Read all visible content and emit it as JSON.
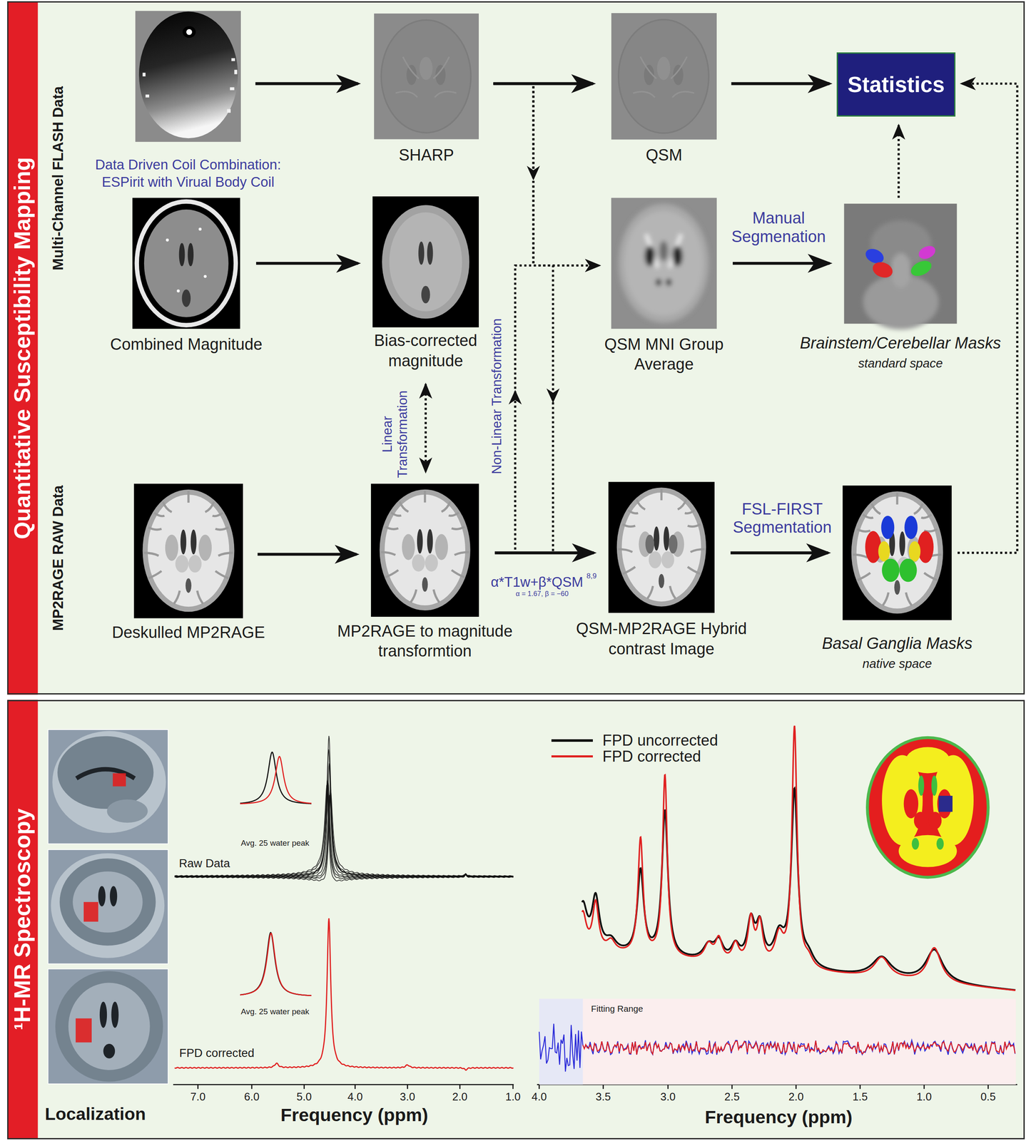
{
  "diagram": {
    "nodes": [
      {
        "text": [
          "Quantitative Susceptibility Mapping"
        ]
      },
      {
        "text": [
          "Data Driven Coil Combination: ESPirit with Virual Body Coil"
        ],
        "in": 0
      },
      {
        "text": [
          "SHARP"
        ],
        "in": 0
      },
      {
        "text": [
          "QSM"
        ],
        "in": 0
      },
      {
        "text": [
          "Statistics"
        ],
        "in": 0
      },
      {
        "text": [
          "Combined Magnitude"
        ],
        "in": 0
      },
      {
        "text": [
          "Bias-corrected magnitude"
        ],
        "in": 0
      },
      {
        "text": [
          "QSM MNI Group Average"
        ],
        "in": 0
      },
      {
        "text": [
          "Brainstem/Cerebellar Masks",
          "standard space"
        ],
        "in": 0
      },
      {
        "text": [
          "Deskulled MP2RAGE"
        ],
        "in": 0
      },
      {
        "text": [
          "MP2RAGE to magnitude transformtion"
        ],
        "in": 0
      },
      {
        "text": [
          "QSM-MP2RAGE Hybrid contrast Image"
        ],
        "in": 0
      },
      {
        "text": [
          "Basal Ganglia Masks",
          "native space"
        ],
        "in": 0
      },
      {
        "text": [
          "¹H-MR Spectroscopy"
        ]
      }
    ],
    "edges": [
      {
        "from": 1,
        "to": 2,
        "arrow": "to"
      },
      {
        "from": 2,
        "to": 3,
        "arrow": "to"
      },
      {
        "from": 3,
        "to": 4,
        "arrow": "to"
      },
      {
        "from": 5,
        "to": 6,
        "arrow": "to"
      },
      {
        "from": 9,
        "to": 10,
        "arrow": "to"
      },
      {
        "from": 10,
        "to": 11,
        "arrow": "to",
        "label": "α*T1w+β*QSM"
      },
      {
        "from": 11,
        "to": 12,
        "arrow": "to",
        "label": "FSL-FIRST Segmentation"
      },
      {
        "from": 7,
        "to": 8,
        "arrow": "to",
        "label": "Manual Segmenation"
      },
      {
        "from": 8,
        "to": 4,
        "arrow": "to"
      },
      {
        "from": 12,
        "to": 4,
        "arrow": "to"
      },
      {
        "from": 6,
        "to": 10,
        "arrow": "both",
        "label": "Linear Transformation"
      },
      {
        "from": 2,
        "to": 7,
        "arrow": "to"
      },
      {
        "from": 10,
        "to": 7,
        "arrow": "to",
        "label": "Non-Linear Transformation"
      },
      {
        "from": 2,
        "to": 11,
        "arrow": "to"
      }
    ],
    "labels": [
      "Multi-Channel FLASH Data",
      "MP2RAGE RAW Data",
      "8,9",
      "α = 1.67, β = −60",
      "Localization",
      "Avg. 25 water peak",
      "Raw Data",
      "Avg. 25 water peak",
      "FPD corrected",
      "7.0",
      "6.0",
      "5.0",
      "4.0",
      "3.0",
      "2.0",
      "1.0",
      "Frequency (ppm)",
      "Fitting Range",
      "4.0",
      "3.5",
      "3.0",
      "2.5",
      "2.0",
      "1.5",
      "1.0",
      "0.5",
      "Frequency (ppm)"
    ],
    "legend": [
      {
        "text": "FPD uncorrected"
      },
      {
        "text": "FPD corrected"
      }
    ]
  }
}
